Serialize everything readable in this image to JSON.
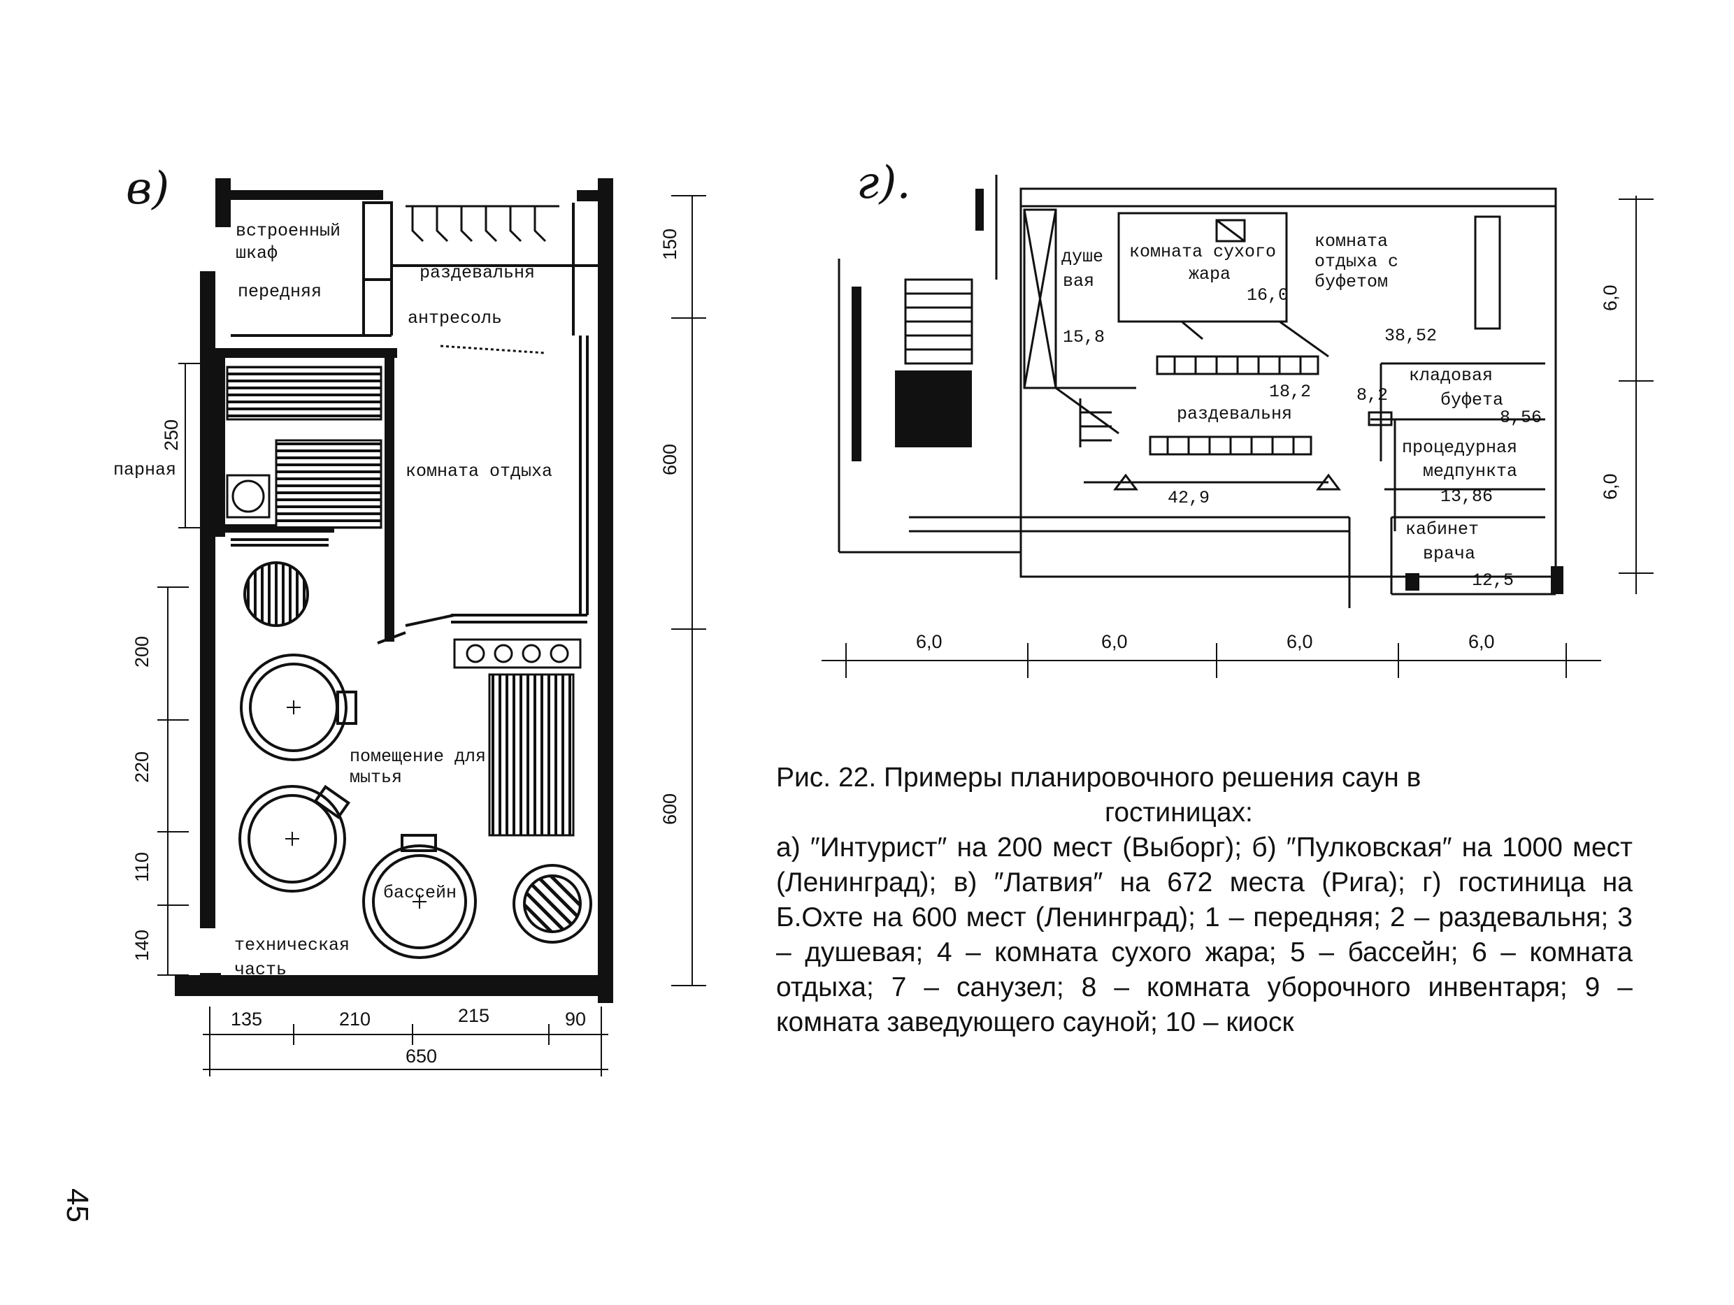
{
  "page_number": "45",
  "plan_v": {
    "marker": "в)",
    "rooms": {
      "built_in_closet_1": "встроенный",
      "built_in_closet_2": "шкаф",
      "hall": "передняя",
      "changing_room": "раздевальня",
      "mezzanine": "антресоль",
      "steam_room": "парная",
      "rest_room": "комната отдыха",
      "washing_1": "помещение для",
      "washing_2": "мытья",
      "pool": "бассейн",
      "technical_1": "техническая",
      "technical_2": "часть"
    },
    "dims": {
      "right_top": "150",
      "right_mid": "600",
      "right_bottom": "600",
      "left_steam": "250",
      "left_200": "200",
      "left_220": "220",
      "left_110": "110",
      "left_140": "140",
      "bottom_135": "135",
      "bottom_210": "210",
      "bottom_215": "215",
      "bottom_90": "90",
      "bottom_total": "650"
    }
  },
  "plan_g": {
    "marker": "г).",
    "rooms": {
      "shower_1": "душе",
      "shower_2": "вая",
      "shower_area": "15,8",
      "dry_heat_1": "комната сухого",
      "dry_heat_2": "жара",
      "dry_heat_area": "16,0",
      "lounge_1": "комната",
      "lounge_2": "отдыха с",
      "lounge_3": "буфетом",
      "lounge_area": "38,52",
      "pantry_1": "кладовая",
      "pantry_2": "буфета",
      "pantry_area": "8,56",
      "changing_area": "18,2",
      "changing": "раздевальня",
      "small_area": "8,2",
      "hall_area": "42,9",
      "treatment_1": "процедурная",
      "treatment_2": "медпункта",
      "treatment_area": "13,86",
      "doctor_1": "кабинет",
      "doctor_2": "врача",
      "doctor_area": "12,5"
    },
    "dims": {
      "d1": "6,0",
      "d2": "6,0",
      "d3": "6,0",
      "d4": "6,0",
      "r1": "6,0",
      "r2": "6,0"
    }
  },
  "caption": {
    "title_1": "Рис. 22. Примеры планировочного решения саун в",
    "title_2": "гостиницах:",
    "body": "а) ″Интурист″ на 200 мест (Выборг); б) ″Пулковская″ на 1000 мест (Ленинград); в) ″Латвия″ на 672 места (Рига); г) гостиница на Б.Охте на 600 мест (Ленинград); 1 – передняя; 2 – раздевальня; 3 – душевая; 4 – комната сухого жара; 5 – бассейн; 6 – комната отдыха; 7 – санузел; 8 – комната уборочного инвентаря; 9 – комната заведующего сауной; 10 – киоск"
  }
}
